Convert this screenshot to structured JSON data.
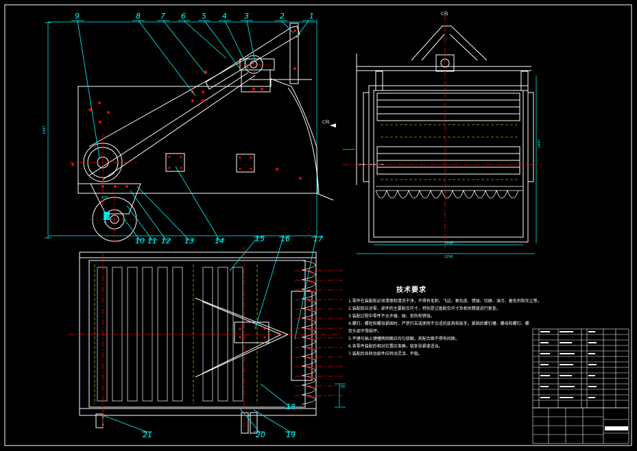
{
  "drawing": {
    "part_numbers": [
      "1",
      "2",
      "3",
      "4",
      "5",
      "6",
      "7",
      "8",
      "9",
      "10",
      "11",
      "12",
      "13",
      "14",
      "15",
      "16",
      "17",
      "18",
      "19",
      "20",
      "21"
    ],
    "view_label": "C向",
    "direction_label": "C向",
    "dim_labels": {
      "left_height": "2447",
      "right_height": "2447",
      "bottom_inner": "1996",
      "bottom_outer": "2296",
      "wheel": "470",
      "small_right": "25"
    }
  },
  "notes": {
    "title": "技术要求",
    "items": [
      "1.零件在装配前必须清理和清洗干净，不得有毛刺、飞边、氧化皮、锈蚀、切屑、油污、着色剂和灰尘等。",
      "2.装配前应对零、部件的主要配合尺寸，特别是过盈配合尺寸及相关精度进行复查。",
      "3.装配过程中零件不允许磕、碰、划伤和锈蚀。",
      "4.螺钉、螺栓和螺母紧固时，严禁打击或使用不合适的旋具和扳手。紧固后螺钉槽、螺母和螺钉、螺",
      "  栓头部不得损坏。",
      "5.平键与轴上键槽两侧面应均匀接触，其配合面不得有间隙。",
      "6.各零件装配后相对位置应准确，链条张紧度适当。",
      "7.装配后各转动部件应转动灵活、平稳。"
    ]
  },
  "title_block": {
    "title_field": ""
  },
  "colors": {
    "background": "#000000",
    "outline": "#ffffff",
    "dimension": "#00ffff",
    "centerline": "#ff0000",
    "hidden": "#ffff00",
    "hatch": "#00ff00"
  }
}
